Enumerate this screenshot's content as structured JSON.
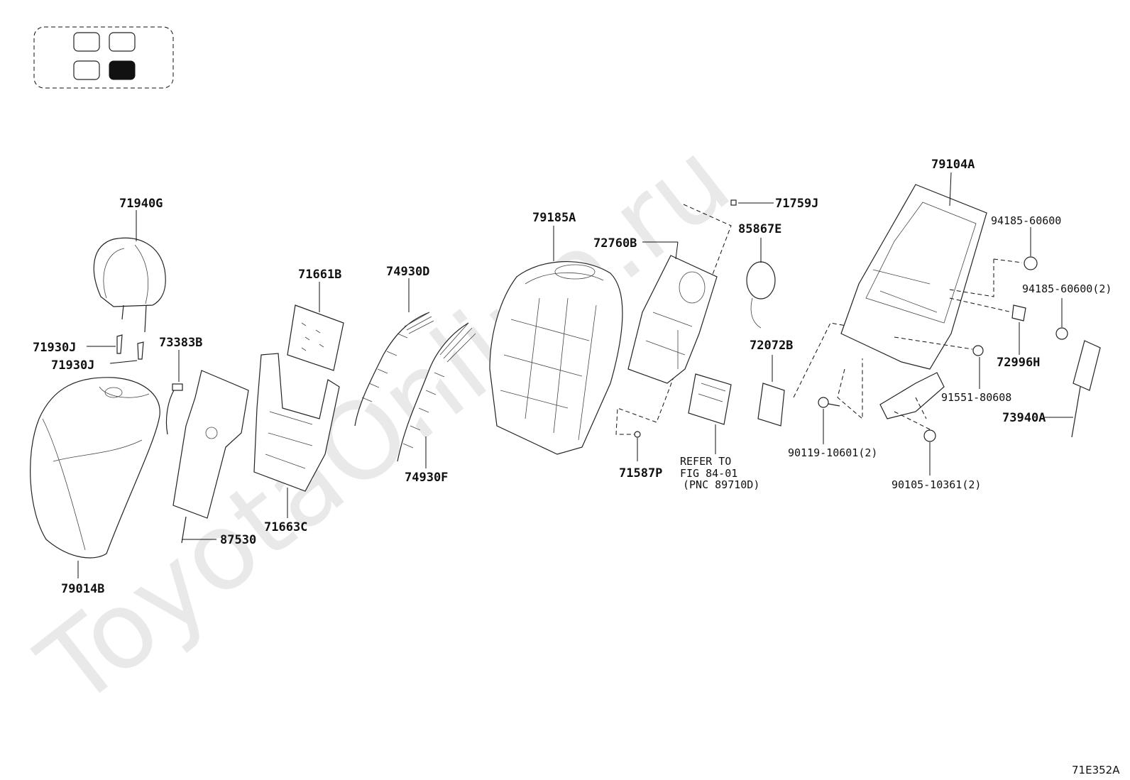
{
  "watermark": "ToyotaOnline.ru",
  "figure_id": "71E352A",
  "seat_indicator": {
    "positions": [
      "front-left",
      "front-right",
      "rear-left",
      "rear-right"
    ],
    "selected": "rear-right"
  },
  "labels": {
    "p71940G": "71940G",
    "p71930J_a": "71930J",
    "p71930J_b": "71930J",
    "p79014B": "79014B",
    "p73383B": "73383B",
    "p87530": "87530",
    "p71661B": "71661B",
    "p71663C": "71663C",
    "p74930D": "74930D",
    "p74930F": "74930F",
    "p79185A": "79185A",
    "p72760B": "72760B",
    "p71759J": "71759J",
    "p71587P": "71587P",
    "p85867E": "85867E",
    "p72072B": "72072B",
    "p79104A": "79104A",
    "p94185_a": "94185-60600",
    "p94185_b": "94185-60600(2)",
    "p72996H": "72996H",
    "p91551": "91551-80608",
    "p73940A": "73940A",
    "p90119": "90119-10601(2)",
    "p90105": "90105-10361(2)"
  },
  "refer_note": {
    "line1": "REFER TO",
    "line2": "FIG 84-01",
    "line3": "(PNC 89710D)"
  }
}
